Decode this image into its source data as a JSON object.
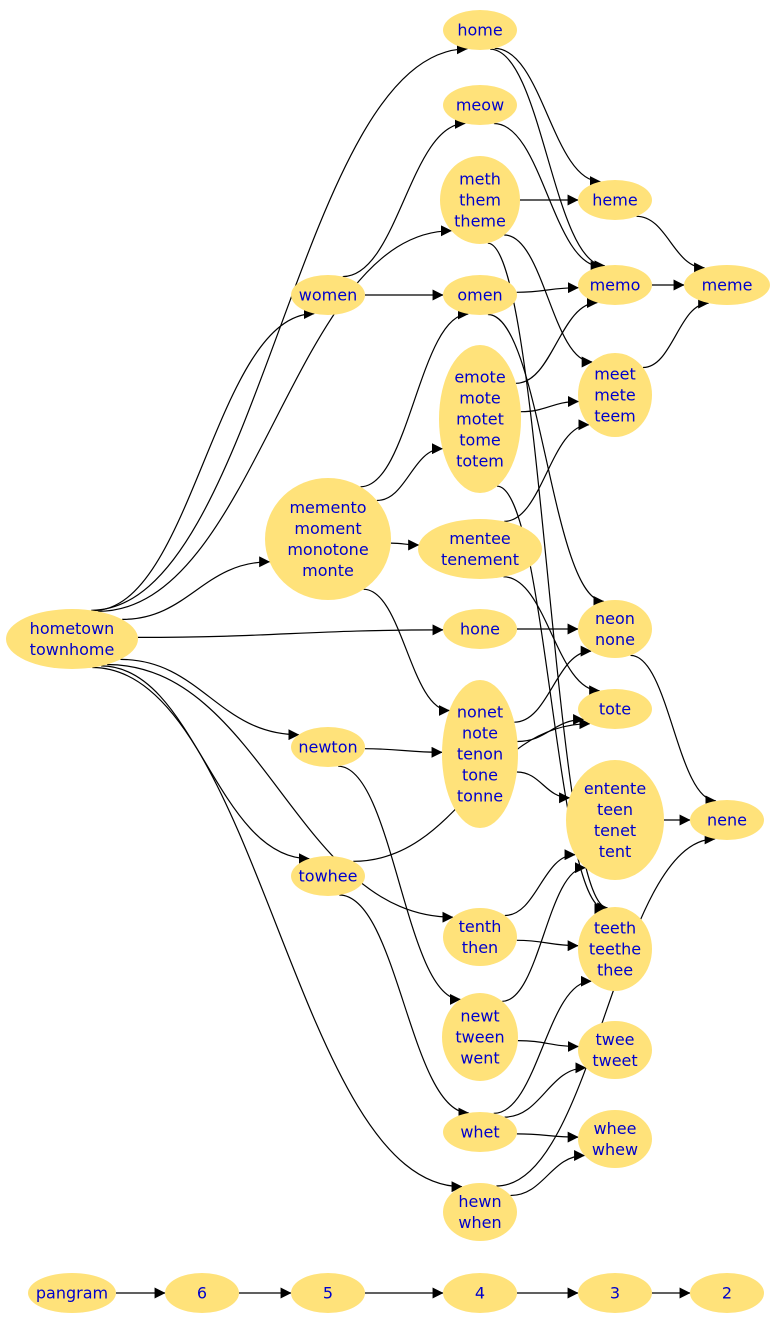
{
  "colors": {
    "node_fill": "#ffe27a",
    "node_text": "#0000cc",
    "edge": "#000000",
    "background": "#ffffff"
  },
  "nodes": [
    {
      "id": "home",
      "lines": [
        "home"
      ]
    },
    {
      "id": "meow",
      "lines": [
        "meow"
      ]
    },
    {
      "id": "meth",
      "lines": [
        "meth",
        "them",
        "theme"
      ]
    },
    {
      "id": "heme",
      "lines": [
        "heme"
      ]
    },
    {
      "id": "women",
      "lines": [
        "women"
      ]
    },
    {
      "id": "omen",
      "lines": [
        "omen"
      ]
    },
    {
      "id": "memo",
      "lines": [
        "memo"
      ]
    },
    {
      "id": "meme",
      "lines": [
        "meme"
      ]
    },
    {
      "id": "emote",
      "lines": [
        "emote",
        "mote",
        "motet",
        "tome",
        "totem"
      ]
    },
    {
      "id": "meet",
      "lines": [
        "meet",
        "mete",
        "teem"
      ]
    },
    {
      "id": "memento",
      "lines": [
        "memento",
        "moment",
        "monotone",
        "monte"
      ]
    },
    {
      "id": "mentee",
      "lines": [
        "mentee",
        "tenement"
      ]
    },
    {
      "id": "hometown",
      "lines": [
        "hometown",
        "townhome"
      ]
    },
    {
      "id": "hone",
      "lines": [
        "hone"
      ]
    },
    {
      "id": "neon",
      "lines": [
        "neon",
        "none"
      ]
    },
    {
      "id": "nonet",
      "lines": [
        "nonet",
        "note",
        "tenon",
        "tone",
        "tonne"
      ]
    },
    {
      "id": "tote",
      "lines": [
        "tote"
      ]
    },
    {
      "id": "newton",
      "lines": [
        "newton"
      ]
    },
    {
      "id": "entente",
      "lines": [
        "entente",
        "teen",
        "tenet",
        "tent"
      ]
    },
    {
      "id": "nene",
      "lines": [
        "nene"
      ]
    },
    {
      "id": "towhee",
      "lines": [
        "towhee"
      ]
    },
    {
      "id": "tenth",
      "lines": [
        "tenth",
        "then"
      ]
    },
    {
      "id": "teeth",
      "lines": [
        "teeth",
        "teethe",
        "thee"
      ]
    },
    {
      "id": "newt",
      "lines": [
        "newt",
        "tween",
        "went"
      ]
    },
    {
      "id": "twee",
      "lines": [
        "twee",
        "tweet"
      ]
    },
    {
      "id": "whet",
      "lines": [
        "whet"
      ]
    },
    {
      "id": "whee",
      "lines": [
        "whee",
        "whew"
      ]
    },
    {
      "id": "hewn",
      "lines": [
        "hewn",
        "when"
      ]
    },
    {
      "id": "pangram",
      "lines": [
        "pangram"
      ]
    },
    {
      "id": "l6",
      "lines": [
        "6"
      ]
    },
    {
      "id": "l5",
      "lines": [
        "5"
      ]
    },
    {
      "id": "l4",
      "lines": [
        "4"
      ]
    },
    {
      "id": "l3",
      "lines": [
        "3"
      ]
    },
    {
      "id": "l2",
      "lines": [
        "2"
      ]
    }
  ],
  "edges": [
    [
      "hometown",
      "home"
    ],
    [
      "hometown",
      "meth"
    ],
    [
      "hometown",
      "women"
    ],
    [
      "hometown",
      "memento"
    ],
    [
      "hometown",
      "hone"
    ],
    [
      "hometown",
      "newton"
    ],
    [
      "hometown",
      "towhee"
    ],
    [
      "hometown",
      "tenth"
    ],
    [
      "hometown",
      "hewn"
    ],
    [
      "home",
      "heme"
    ],
    [
      "home",
      "memo"
    ],
    [
      "meow",
      "memo"
    ],
    [
      "meth",
      "heme"
    ],
    [
      "meth",
      "meet"
    ],
    [
      "meth",
      "teeth"
    ],
    [
      "heme",
      "meme"
    ],
    [
      "memo",
      "meme"
    ],
    [
      "meet",
      "meme"
    ],
    [
      "women",
      "meow"
    ],
    [
      "women",
      "omen"
    ],
    [
      "omen",
      "memo"
    ],
    [
      "omen",
      "neon"
    ],
    [
      "memento",
      "omen"
    ],
    [
      "memento",
      "emote"
    ],
    [
      "memento",
      "mentee"
    ],
    [
      "memento",
      "nonet"
    ],
    [
      "emote",
      "memo"
    ],
    [
      "emote",
      "meet"
    ],
    [
      "emote",
      "teeth"
    ],
    [
      "mentee",
      "meet"
    ],
    [
      "mentee",
      "tote"
    ],
    [
      "hone",
      "neon"
    ],
    [
      "neon",
      "nene"
    ],
    [
      "nonet",
      "neon"
    ],
    [
      "nonet",
      "tote"
    ],
    [
      "nonet",
      "entente"
    ],
    [
      "newton",
      "nonet"
    ],
    [
      "newton",
      "newt"
    ],
    [
      "entente",
      "nene"
    ],
    [
      "towhee",
      "tote"
    ],
    [
      "towhee",
      "whet"
    ],
    [
      "tenth",
      "entente"
    ],
    [
      "tenth",
      "teeth"
    ],
    [
      "newt",
      "entente"
    ],
    [
      "newt",
      "twee"
    ],
    [
      "whet",
      "teeth"
    ],
    [
      "whet",
      "twee"
    ],
    [
      "whet",
      "whee"
    ],
    [
      "hewn",
      "whee"
    ],
    [
      "hewn",
      "nene"
    ],
    [
      "pangram",
      "l6"
    ],
    [
      "l6",
      "l5"
    ],
    [
      "l5",
      "l4"
    ],
    [
      "l4",
      "l3"
    ],
    [
      "l3",
      "l2"
    ]
  ]
}
